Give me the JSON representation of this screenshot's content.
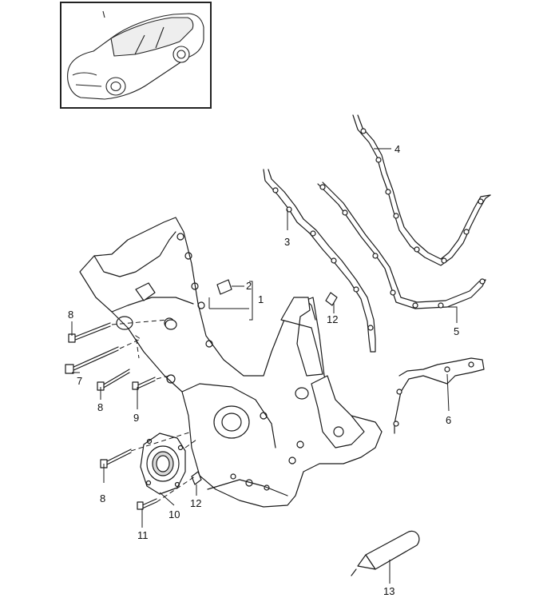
{
  "diagram": {
    "callouts": {
      "c1": "1",
      "c2": "2",
      "c3": "3",
      "c4": "4",
      "c5": "5",
      "c6": "6",
      "c7": "7",
      "c8a": "8",
      "c8b": "8",
      "c8c": "8",
      "c9": "9",
      "c10": "10",
      "c11": "11",
      "c12a": "12",
      "c12b": "12",
      "c13": "13"
    },
    "thumbnail": {
      "icon": "car-thumbnail-icon"
    },
    "colors": {
      "line": "#1a1a1a",
      "fill": "#ffffff",
      "shade": "#d9d9d9"
    }
  }
}
